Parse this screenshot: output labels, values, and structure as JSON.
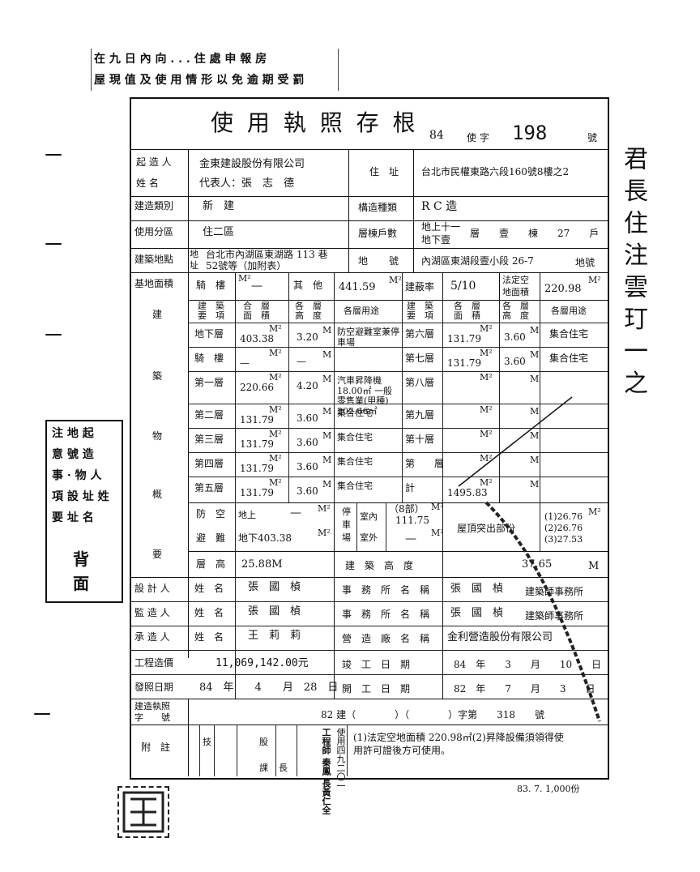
{
  "top_notice": {
    "line1": "在 九 日 內 向 . . . 住 處 申 報 房",
    "line2": "屋 現 值 及 使 用 情 形 以 免 逾 期 受 罰"
  },
  "title": {
    "main": "使 用 執 照 存 根",
    "year": "84",
    "char": "使 字",
    "number": "198",
    "suffix": "號"
  },
  "builder": {
    "label1": "起 造 人",
    "label2": "姓 名",
    "company": "金東建設股份有限公司",
    "rep": "代表人：張　志　德",
    "addr_label": "住　址",
    "addr": "台北市民權東路六段160號8樓之2"
  },
  "category": {
    "label": "建造類別",
    "value": "新　建",
    "struct_label": "構造種類",
    "struct": "R C 造"
  },
  "zone": {
    "label": "使用分區",
    "value": "住二區",
    "floors_label": "層棟戶數",
    "floors_top": "地上十一",
    "floors_bot": "地下壹",
    "floors_rest": "層　　壹　　棟　　27　　戶"
  },
  "site": {
    "label": "建築地點",
    "sub1": "地",
    "sub2": "址",
    "addr1": "台北市內湖區東湖路 113 巷",
    "addr2": "52號等（加附表）",
    "lot_label1": "地",
    "lot_label2": "號",
    "lot": "內湖區東湖段壹小段 26-7",
    "lot_suffix": "地號"
  },
  "base_area": {
    "label": "基地面積",
    "arcade": "騎　樓",
    "arcade_val": "—",
    "other": "其　他",
    "other_val": "441.59",
    "ratio_label": "建蔽率",
    "ratio": "5/10",
    "open_label1": "法定空",
    "open_label2": "地面積",
    "open_val": "220.98"
  },
  "units": {
    "m2": "M²",
    "m": "M"
  },
  "headers": {
    "item1": "建　築",
    "item2": "要　項",
    "area1": "合　層",
    "area2": "面　積",
    "height1": "各　層",
    "height2": "高　度",
    "use": "各層用途",
    "area1b": "各　層",
    "area2b": "面　積",
    "height1b": "各　層",
    "height2b": "高　度"
  },
  "side_labels": {
    "c1": "建",
    "c2": "築",
    "c3": "物",
    "c4": "概",
    "c5": "要"
  },
  "left_floors": [
    {
      "name": "地下層",
      "area": "403.38",
      "height": "3.20",
      "use": "防空避難室兼停車場"
    },
    {
      "name": "騎　樓",
      "area": "—",
      "height": "—",
      "use": ""
    },
    {
      "name": "第一層",
      "area": "220.66",
      "height": "4.20",
      "use": "汽車昇降機18.00㎡ 一般零售業(甲種) 202.66㎡"
    },
    {
      "name": "第二層",
      "area": "131.79",
      "height": "3.60",
      "use": "集合住宅"
    },
    {
      "name": "第三層",
      "area": "131.79",
      "height": "3.60",
      "use": "集合住宅"
    },
    {
      "name": "第四層",
      "area": "131.79",
      "height": "3.60",
      "use": "集合住宅"
    },
    {
      "name": "第五層",
      "area": "131.79",
      "height": "3.60",
      "use": "集合住宅"
    }
  ],
  "right_floors": [
    {
      "name": "第六層",
      "area": "131.79",
      "height": "3.60",
      "use": "集合住宅"
    },
    {
      "name": "第七層",
      "area": "131.79",
      "height": "3.60",
      "use": "集合住宅"
    },
    {
      "name": "第八層",
      "area": "",
      "height": "",
      "use": ""
    },
    {
      "name": "第九層",
      "area": "",
      "height": "",
      "use": ""
    },
    {
      "name": "第十層",
      "area": "",
      "height": "",
      "use": ""
    },
    {
      "name": "第　　層",
      "area": "",
      "height": "",
      "use": ""
    },
    {
      "name": "計",
      "area": "1495.83",
      "height": "",
      "use": ""
    }
  ],
  "shelter": {
    "label1": "防　空",
    "label2": "避　難",
    "above": "地上",
    "above_val": "—",
    "below": "地下",
    "below_val": "403.38",
    "parking1": "停",
    "parking2": "車",
    "parking3": "場",
    "indoor": "室內",
    "indoor_count": "（8部）",
    "indoor_val": "111.75",
    "outdoor": "室外",
    "outdoor_val": "—",
    "roof_label": "屋頂突出部份",
    "roof1": "(1)26.76",
    "roof2": "(2)26.76",
    "roof3": "(3)27.53"
  },
  "heights": {
    "label": "層　高",
    "value": "25.88M",
    "bldg_label": "建　築　高　度",
    "bldg_val": "37.65"
  },
  "designer": {
    "label": "設 計 人",
    "name_label": "姓　名",
    "name": "張　國　楨",
    "office_label": "事　務　所　名　稱",
    "office": "張　國　楨",
    "office_suffix": "建築師事務所"
  },
  "supervisor": {
    "label": "監 造 人",
    "name_label": "姓　名",
    "name": "張　國　楨",
    "office_label": "事　務　所　名　稱",
    "office": "張　國　楨",
    "office_suffix": "建築師事務所"
  },
  "contractor": {
    "label": "承 造 人",
    "name_label": "姓　名",
    "name": "王　莉　莉",
    "office_label": "營　造　廠　名　稱",
    "office": "金利營造股份有限公司"
  },
  "cost": {
    "label": "工程造價",
    "value": "11,069,142.00元",
    "finish_label": "竣　工　日　期",
    "finish": "84　年　　3　　月　　10　　日"
  },
  "issue": {
    "label": "發照日期",
    "value": "84　年　　4　　月　28　日",
    "start_label": "開　工　日　期",
    "start": "82　年　　7　　月　　3　　日"
  },
  "permit": {
    "label1": "建造執照",
    "label2": "字　　號",
    "value": "82 建（　　　　）（　　　　）字第　　318　　號"
  },
  "notes": {
    "label": "附　註",
    "text1": "(1)法定空地面積 220.98㎡(2)昇降設備須領得使",
    "text2": "用許可證後方可使用。"
  },
  "approvals": {
    "c1": "技",
    "c2": "股",
    "c3": "課",
    "c4": "長",
    "sig1": "工程師 秦鳳 長黃仁全",
    "sig2": "使用四九二〇一"
  },
  "footer": "83. 7. 1,000份",
  "side_stamp": {
    "col1": "注 地 起",
    "col2": "意 號 造",
    "col3": "事 · 物 人",
    "col4": "項 設 址 姓",
    "col5": "要 址 名",
    "back1": "背",
    "back2": "面"
  },
  "right_margin": {
    "chars": "君 長 住 注 雲 玎 一 之"
  }
}
